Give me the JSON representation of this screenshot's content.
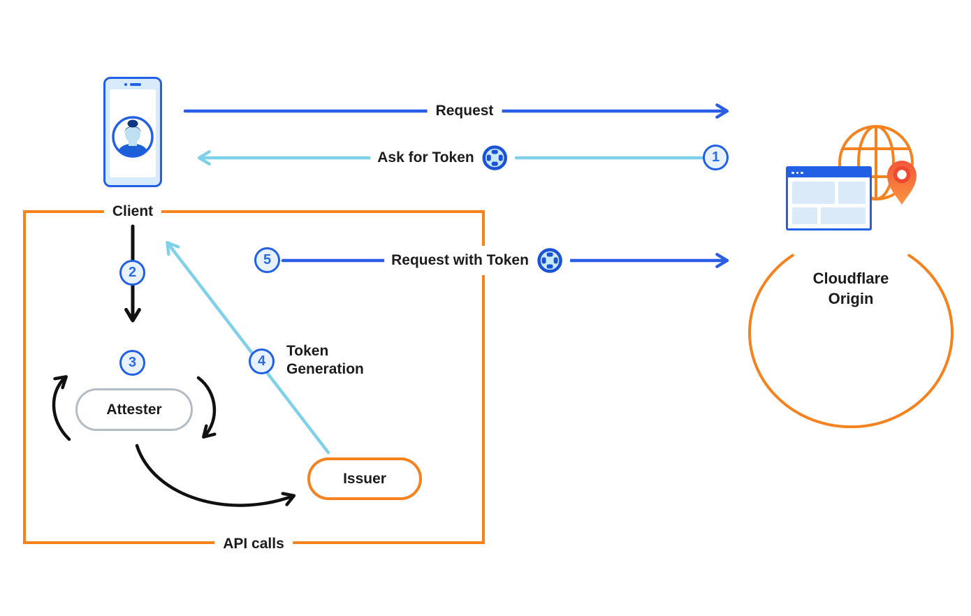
{
  "nodes": {
    "client": {
      "label": "Client"
    },
    "origin": {
      "label": "Cloudflare\nOrigin"
    },
    "attester": {
      "label": "Attester"
    },
    "issuer": {
      "label": "Issuer"
    },
    "api_box": {
      "label": "API calls"
    }
  },
  "edges": {
    "request": {
      "label": "Request"
    },
    "ask_for_token": {
      "label": "Ask for Token",
      "step": "1"
    },
    "client_to_attester": {
      "step": "2"
    },
    "attestation": {
      "step": "3"
    },
    "token_generation": {
      "label": "Token\nGeneration",
      "step": "4"
    },
    "request_with_token": {
      "label": "Request with Token",
      "step": "5"
    }
  },
  "icons": {
    "client_device": "phone-with-user-avatar",
    "token": "token-chip",
    "origin_cluster": "globe-browser-window-location-pin"
  },
  "colors": {
    "arrow_blue": "#2b5ce6",
    "arrow_cyan": "#7ed1e8",
    "orange": "#f6821f",
    "icon_navy": "#1a53d6",
    "step_fill": "#e7f2fc",
    "step_border": "#2160e4",
    "attester_border": "#b3bcc4",
    "text": "#1c1c1e"
  }
}
